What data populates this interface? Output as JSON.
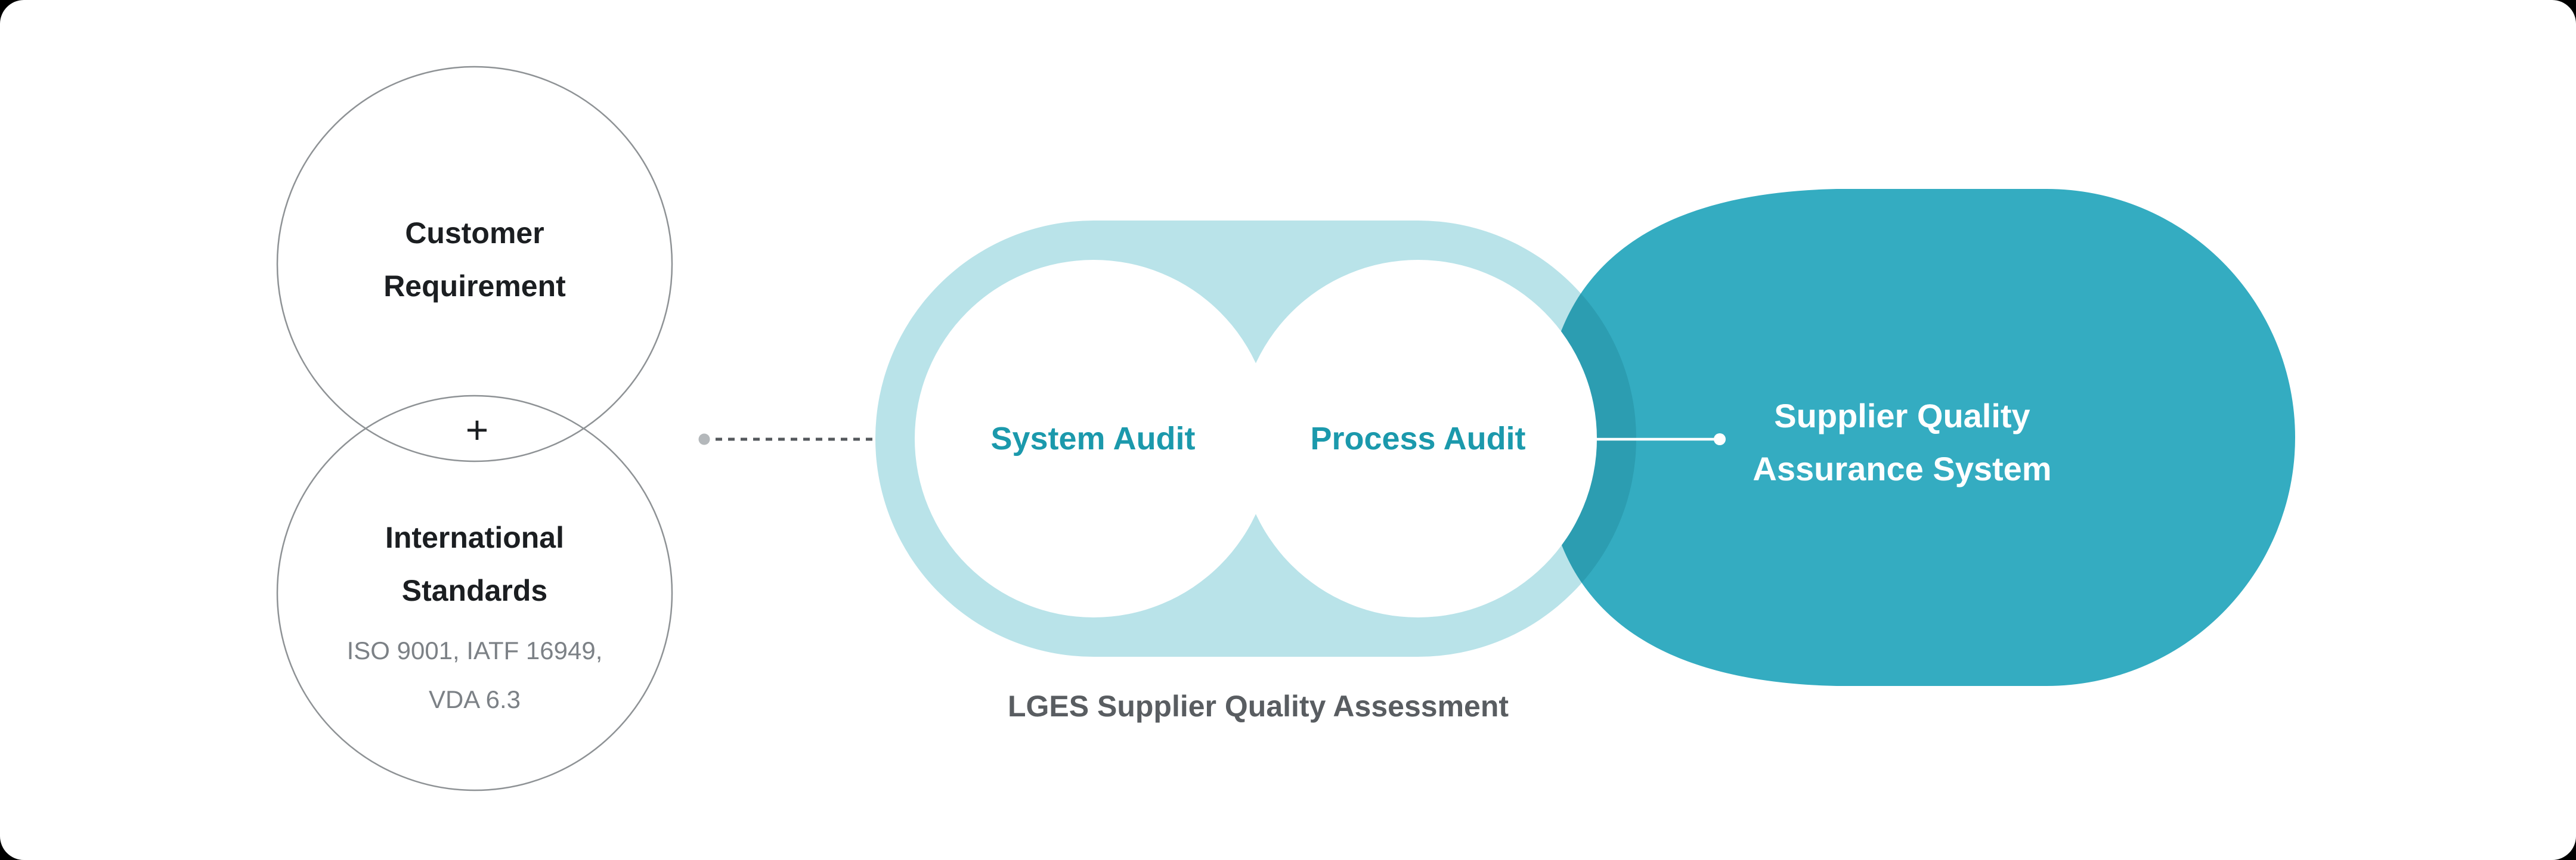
{
  "colors": {
    "page_background": "#000000",
    "surface": "#ffffff",
    "light_teal": "#B9E3E9",
    "dark_teal": "#34ACC1",
    "overlap_teal": "#2C9DB1",
    "teal_text": "#1B99AC",
    "dark_text": "#1B1E21",
    "gray_subtext": "#7C8186",
    "caption_gray": "#595D61",
    "circle_stroke": "#8E9295",
    "dash_gray": "#54585C",
    "dot_gray": "#B4B8BB",
    "white": "#ffffff"
  },
  "venn": {
    "plus": "+",
    "circle1": {
      "line1": "Customer",
      "line2": "Requirement"
    },
    "circle2": {
      "line1": "International",
      "line2": "Standards",
      "sub_line1": "ISO 9001, IATF 16949,",
      "sub_line2": "VDA 6.3"
    }
  },
  "assessment": {
    "system_audit": "System Audit",
    "process_audit": "Process Audit",
    "caption": "LGES Supplier Quality Assessment"
  },
  "result": {
    "line1": "Supplier Quality",
    "line2": "Assurance System"
  }
}
